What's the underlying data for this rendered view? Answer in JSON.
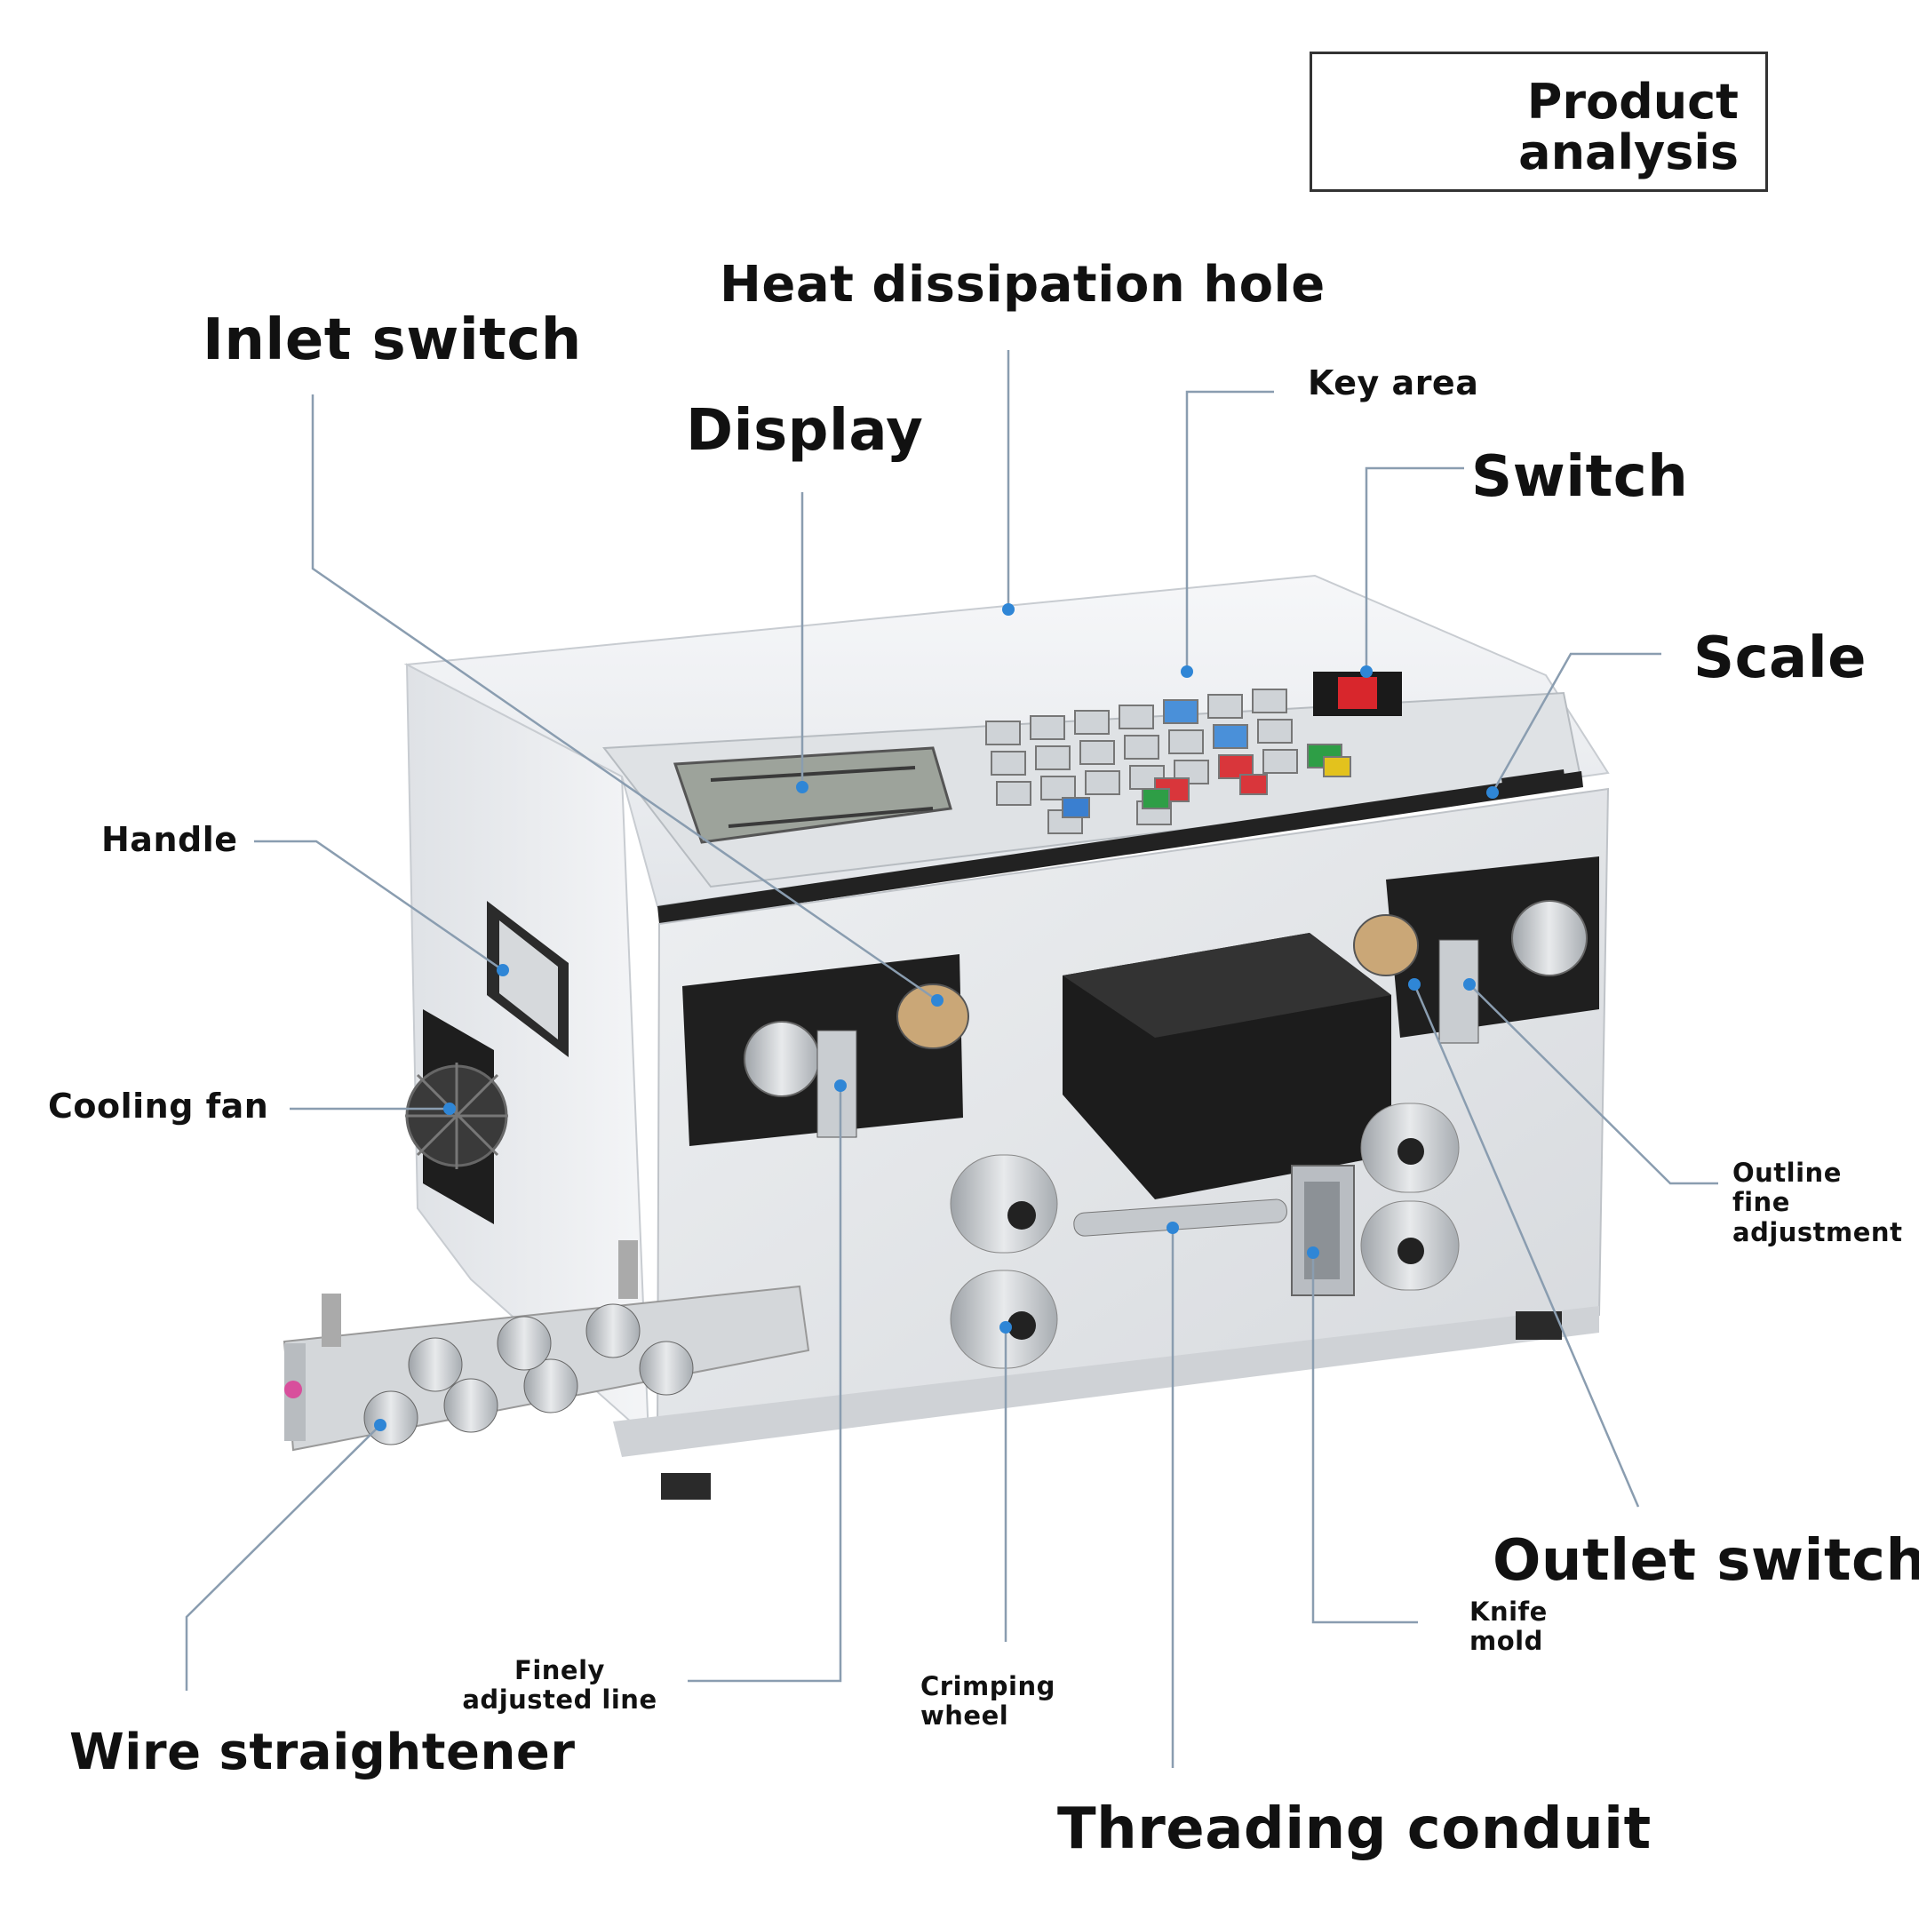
{
  "title": {
    "line1": "Product",
    "line2": "analysis"
  },
  "labels": {
    "heat_dissipation_hole": "Heat dissipation hole",
    "inlet_switch": "Inlet switch",
    "display": "Display",
    "key_area": "Key area",
    "switch": "Switch",
    "scale": "Scale",
    "handle": "Handle",
    "cooling_fan": "Cooling fan",
    "outline_fine_adjustment": "Outline fine adjustment",
    "outlet_switch": "Outlet switch",
    "knife_mold": "Knife mold",
    "finely_adjusted_line": "Finely adjusted line",
    "crimping_wheel": "Crimping wheel",
    "wire_straightener": "Wire straightener",
    "threading_conduit": "Threading conduit"
  },
  "colors": {
    "leader": "#8a9db0",
    "dot": "#2f86d6",
    "panel": "#e9ebee",
    "dark": "#1c1c1c"
  }
}
